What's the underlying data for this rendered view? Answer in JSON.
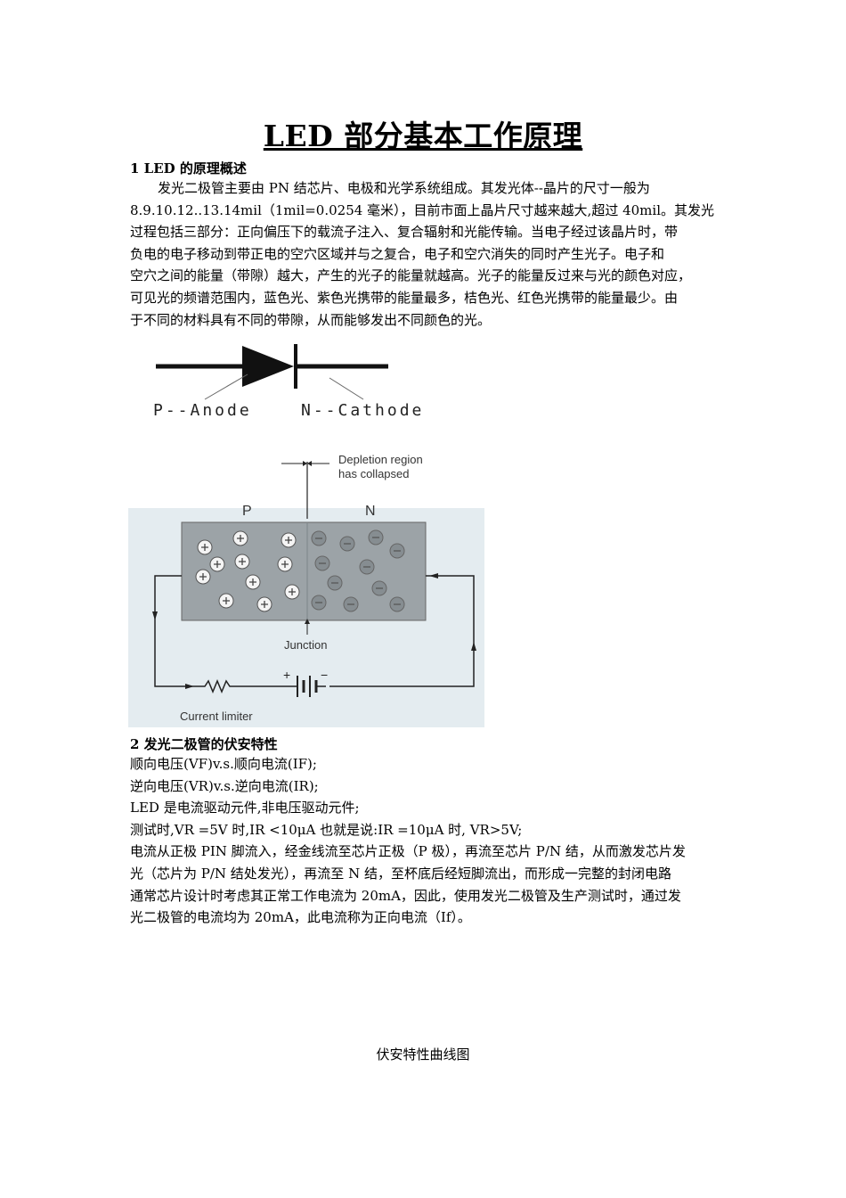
{
  "title": "LED 部分基本工作原理",
  "section1": {
    "heading": "1   LED 的原理概述",
    "lines": [
      "发光二极管主要由 PN 结芯片、电极和光学系统组成。其发光体--晶片的尺寸一般为",
      "8.9.10.12..13.14mil（1mil=0.0254 毫米），目前市面上晶片尺寸越来越大,超过 40mil。其发光",
      "过程包括三部分：正向偏压下的载流子注入、复合辐射和光能传输。当电子经过该晶片时，带",
      "负电的电子移动到带正电的空穴区域并与之复合，电子和空穴消失的同时产生光子。电子和",
      "空穴之间的能量（带隙）越大，产生的光子的能量就越高。光子的能量反过来与光的颜色对应，",
      "可见光的频谱范围内，蓝色光、紫色光携带的能量最多，桔色光、红色光携带的能量最少。由",
      "于不同的材料具有不同的带隙，从而能够发出不同颜色的光。"
    ]
  },
  "diode_symbol": {
    "anode_label": "P--Anode",
    "cathode_label": "N--Cathode"
  },
  "pn_diagram": {
    "depletion_line1": "Depletion region",
    "depletion_line2": "has collapsed",
    "p_label": "P",
    "n_label": "N",
    "junction_label": "Junction",
    "limiter_label": "Current limiter",
    "battery_plus": "+",
    "battery_minus": "−",
    "colors": {
      "background": "#e3ecf0",
      "block": "#9aa1a5",
      "wire": "#222222"
    }
  },
  "section2": {
    "heading": "2   发光二极管的伏安特性",
    "lines": [
      "顺向电压(VF)v.s.顺向电流(IF);",
      "逆向电压(VR)v.s.逆向电流(IR);",
      "LED 是电流驱动元件,非电压驱动元件;",
      "测试时,VR =5V 时,IR <10μA 也就是说:IR =10μA 时, VR>5V;",
      "电流从正极 PIN 脚流入，经金线流至芯片正极（P 极），再流至芯片 P/N 结，从而激发芯片发",
      "光（芯片为 P/N 结处发光），再流至 N 结，至杯底后经短脚流出，而形成一完整的封闭电路",
      "通常芯片设计时考虑其正常工作电流为 20mA，因此，使用发光二极管及生产测试时，通过发",
      "光二极管的电流均为 20mA，此电流称为正向电流（If）。"
    ]
  },
  "caption": "伏安特性曲线图"
}
